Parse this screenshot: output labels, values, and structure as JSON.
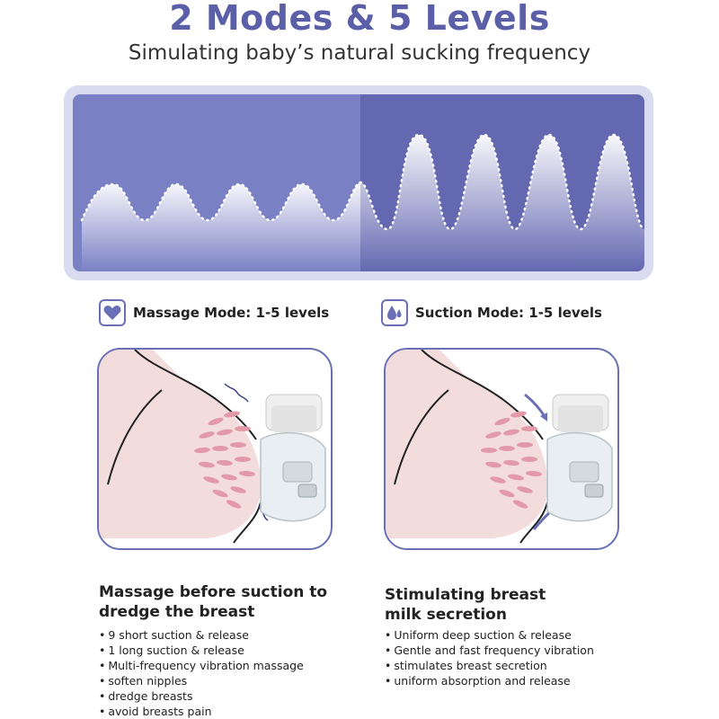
{
  "header": {
    "title": "2 Modes & 5 Levels",
    "subtitle": "Simulating baby’s natural sucking frequency"
  },
  "colors": {
    "accent": "#5b5fa8",
    "wave_left_bg": "#7a80c4",
    "wave_right_bg": "#6468b0",
    "frame": "#d9dbf0",
    "tissue": "#f3dcdc",
    "duct": "#e39aa8"
  },
  "modes": {
    "massage": {
      "icon": "heart-icon",
      "label": "Massage Mode: 1-5 levels"
    },
    "suction": {
      "icon": "water-drops-icon",
      "label": "Suction Mode: 1-5 levels"
    }
  },
  "sections": {
    "left": {
      "title_line1": "Massage before suction to",
      "title_line2": "dredge the breast",
      "bullets": [
        "9 short suction & release",
        "1 long suction & release",
        "Multi-frequency vibration massage",
        "soften nipples",
        "dredge breasts",
        "avoid breasts pain"
      ]
    },
    "right": {
      "title_line1": "Stimulating breast",
      "title_line2": "milk secretion",
      "bullets": [
        "Uniform deep suction & release",
        "Gentle and fast frequency vibration",
        "stimulates breast secretion",
        "uniform absorption and release"
      ]
    }
  }
}
